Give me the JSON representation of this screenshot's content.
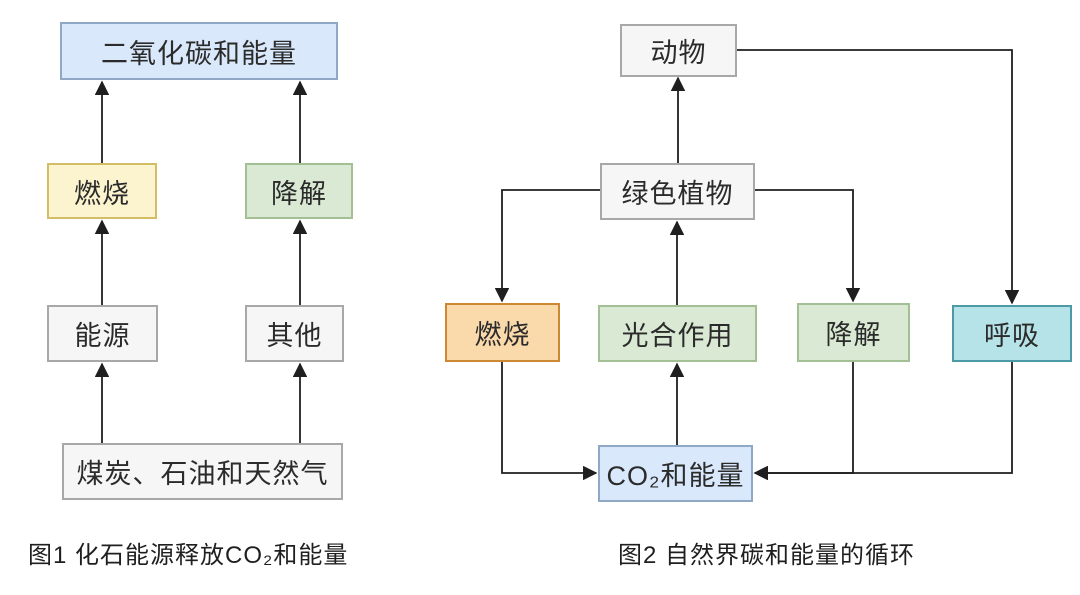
{
  "diagram1": {
    "caption": "图1 化石能源释放CO₂和能量",
    "nodes": {
      "co2_energy": {
        "label": "二氧化碳和能量",
        "color": "#d9e8fb"
      },
      "combustion": {
        "label": "燃烧",
        "color": "#fcf3cf"
      },
      "degradation": {
        "label": "降解",
        "color": "#d9e9d3"
      },
      "energy": {
        "label": "能源",
        "color": "#f6f6f6"
      },
      "other": {
        "label": "其他",
        "color": "#f6f6f6"
      },
      "fossil": {
        "label": "煤炭、石油和天然气",
        "color": "#f6f6f6"
      }
    },
    "edges": [
      {
        "from": "fossil",
        "to": "energy"
      },
      {
        "from": "fossil",
        "to": "other"
      },
      {
        "from": "energy",
        "to": "combustion"
      },
      {
        "from": "other",
        "to": "degradation"
      },
      {
        "from": "combustion",
        "to": "co2_energy"
      },
      {
        "from": "degradation",
        "to": "co2_energy"
      }
    ]
  },
  "diagram2": {
    "caption": "图2 自然界碳和能量的循环",
    "nodes": {
      "animals": {
        "label": "动物",
        "color": "#f6f6f6"
      },
      "green_plants": {
        "label": "绿色植物",
        "color": "#f6f6f6"
      },
      "combustion": {
        "label": "燃烧",
        "color": "#fad9ab"
      },
      "photosynthesis": {
        "label": "光合作用",
        "color": "#d9e9d3"
      },
      "degradation": {
        "label": "降解",
        "color": "#d9e9d3"
      },
      "respiration": {
        "label": "呼吸",
        "color": "#b5e3e7"
      },
      "co2_energy": {
        "label": "CO₂和能量",
        "color": "#d9e8fb"
      }
    },
    "edges": [
      {
        "from": "co2_energy",
        "to": "photosynthesis"
      },
      {
        "from": "photosynthesis",
        "to": "green_plants"
      },
      {
        "from": "green_plants",
        "to": "animals"
      },
      {
        "from": "green_plants",
        "to": "combustion"
      },
      {
        "from": "green_plants",
        "to": "degradation"
      },
      {
        "from": "animals",
        "to": "respiration"
      },
      {
        "from": "combustion",
        "to": "co2_energy"
      },
      {
        "from": "degradation",
        "to": "co2_energy"
      },
      {
        "from": "respiration",
        "to": "co2_energy"
      }
    ]
  },
  "colors": {
    "blue_fill": "#d9e8fb",
    "blue_stroke": "#8ea8c6",
    "yellow_fill": "#fcf3cf",
    "yellow_stroke": "#d3bd66",
    "green_fill": "#d9e9d3",
    "green_stroke": "#a3bf94",
    "orange_fill": "#fad9ab",
    "orange_stroke": "#cc8833",
    "cyan_fill": "#b5e3e7",
    "cyan_stroke": "#4d9aa7",
    "gray_fill": "#f6f6f6",
    "gray_stroke": "#a8a8a8",
    "line": "#1f1f1f",
    "text": "#2b2b2b"
  }
}
